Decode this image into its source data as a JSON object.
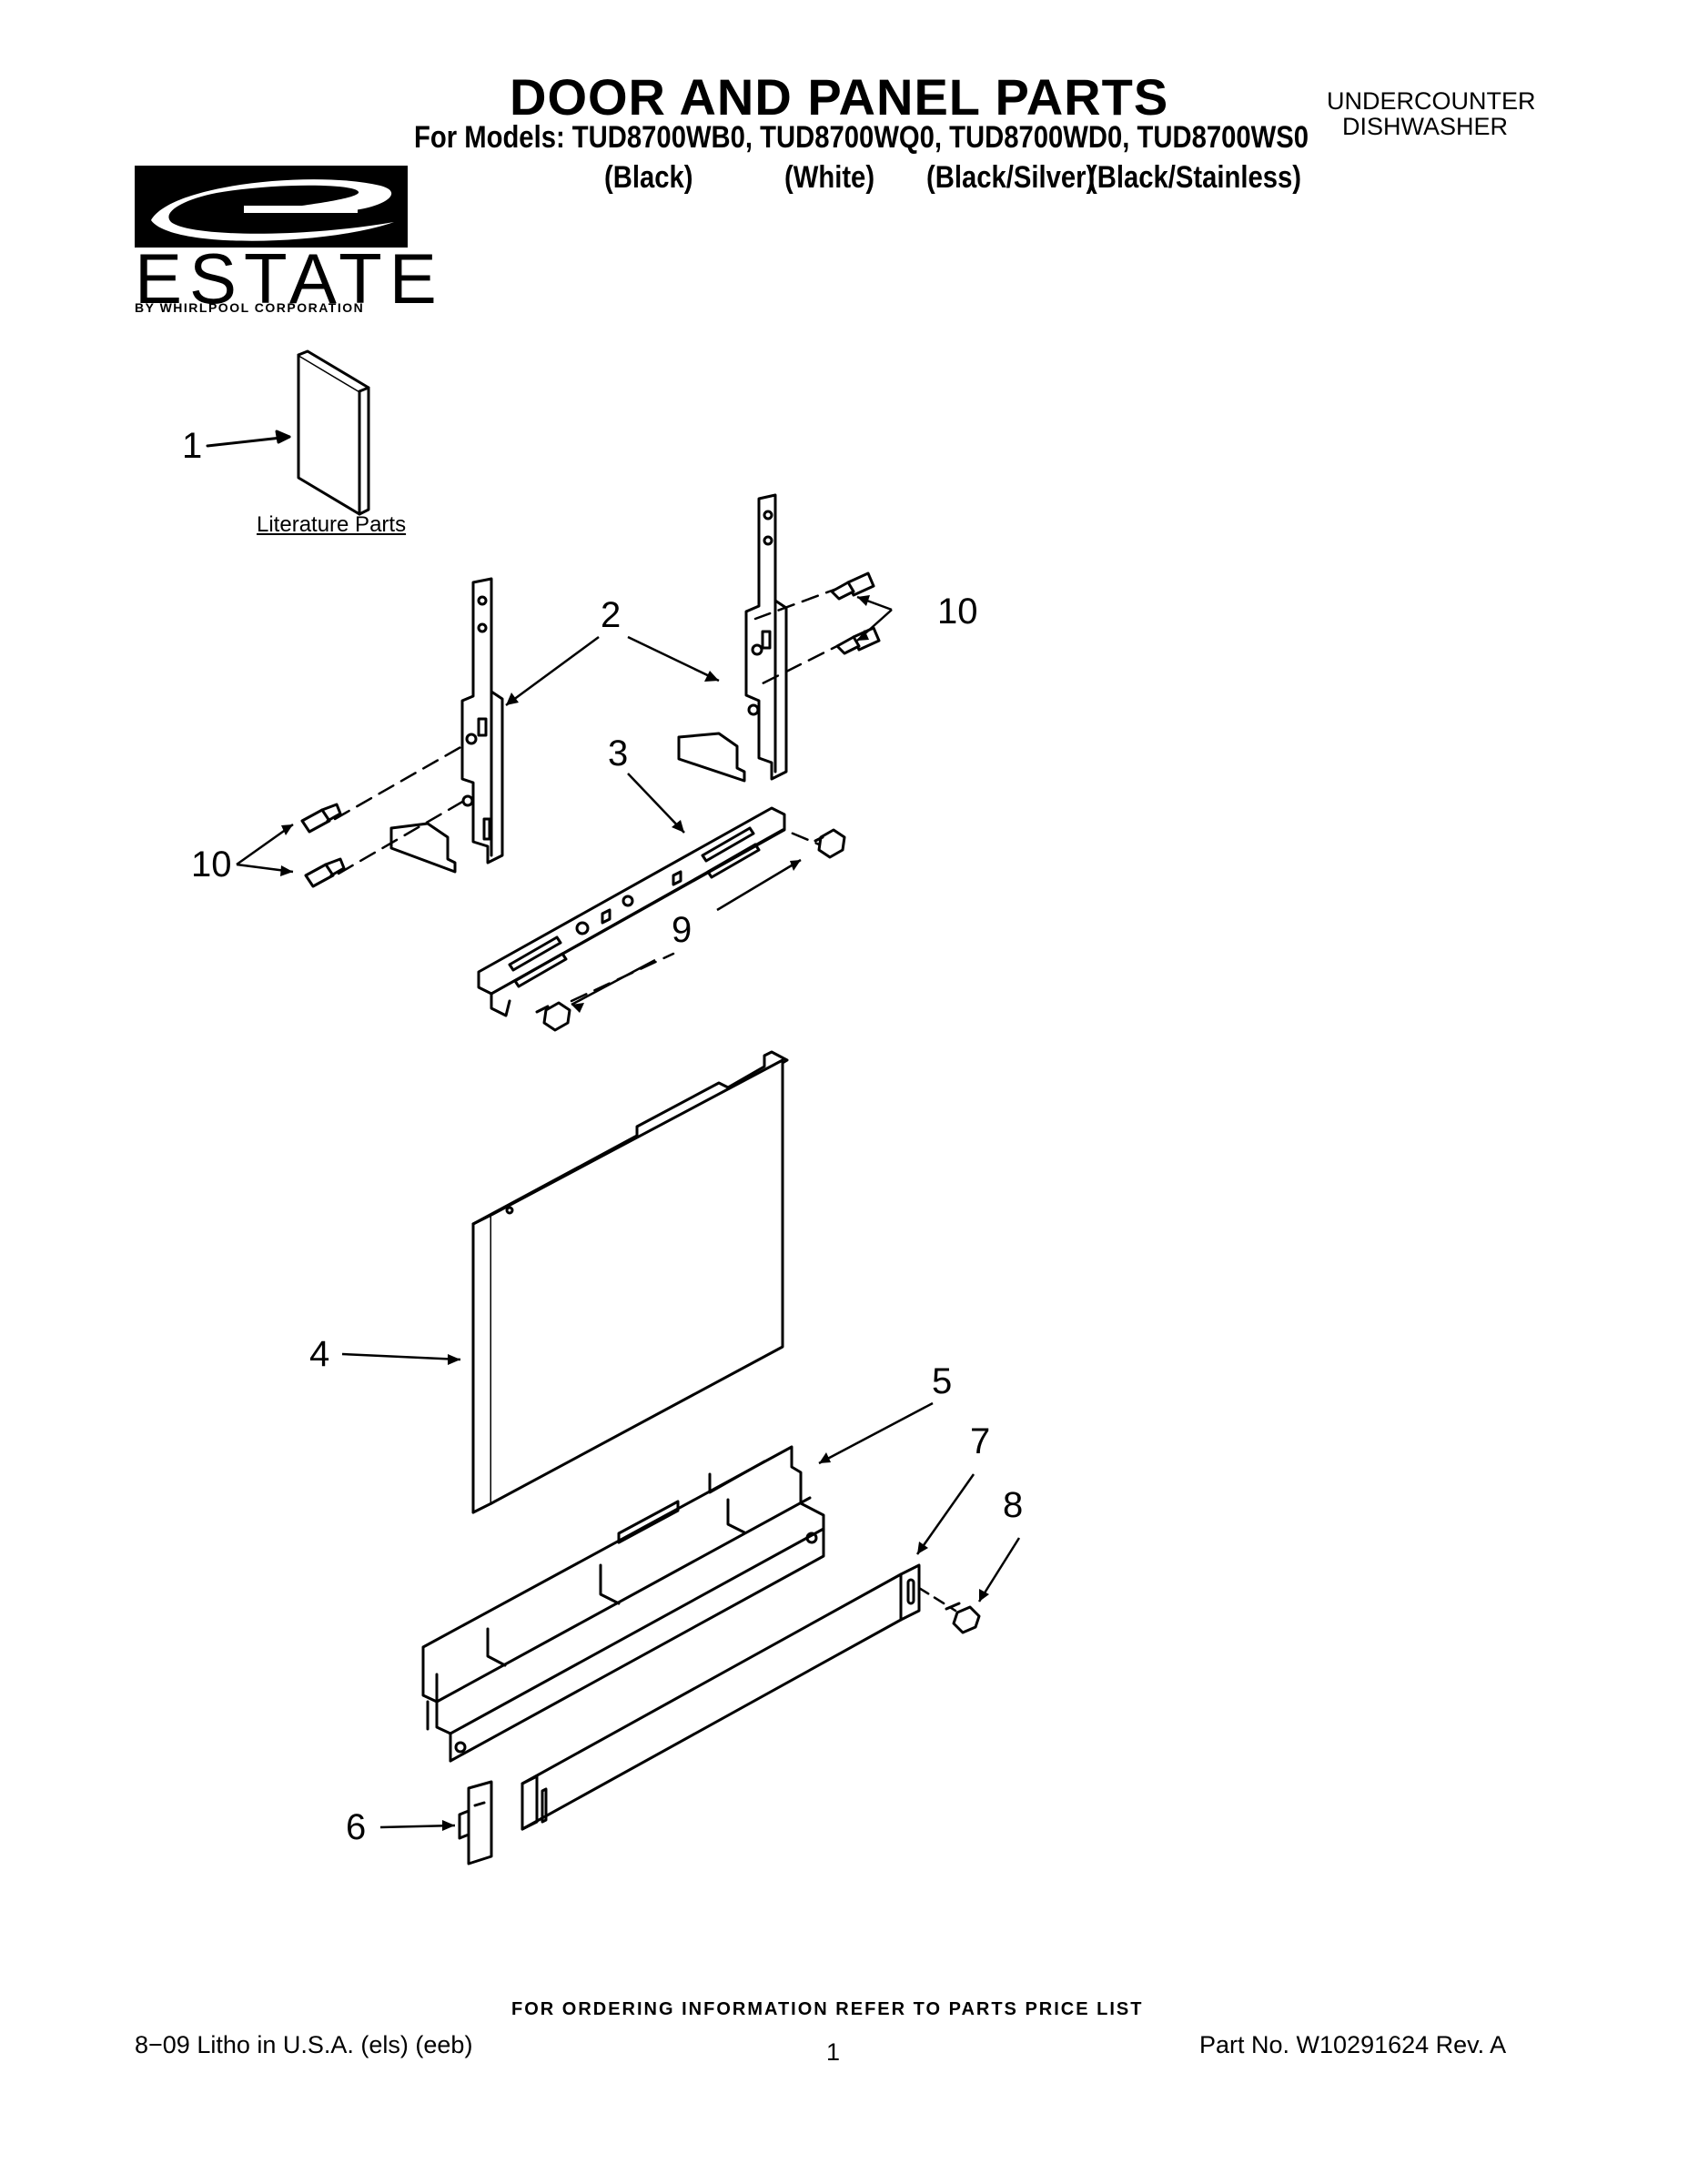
{
  "header": {
    "title": "DOOR AND PANEL PARTS",
    "models": "For Models: TUD8700WB0, TUD8700WQ0, TUD8700WD0, TUD8700WS0",
    "colors": [
      "(Black)",
      "(White)",
      "(Black/Silver)",
      "(Black/Stainless)"
    ],
    "product_type_line1": "UNDERCOUNTER",
    "product_type_line2": "DISHWASHER"
  },
  "brand": {
    "name": "ESTATE",
    "tagline": "BY WHIRLPOOL CORPORATION"
  },
  "diagram": {
    "literature_label": "Literature Parts",
    "callouts": {
      "c1": "1",
      "c2": "2",
      "c3": "3",
      "c4": "4",
      "c5": "5",
      "c6": "6",
      "c7": "7",
      "c8": "8",
      "c9": "9",
      "c10a": "10",
      "c10b": "10"
    }
  },
  "footer": {
    "ordering_note": "FOR ORDERING INFORMATION REFER TO PARTS PRICE LIST",
    "litho": "8−09 Litho in U.S.A. (els) (eeb)",
    "page": "1",
    "part_no": "Part No. W10291624 Rev. A"
  }
}
